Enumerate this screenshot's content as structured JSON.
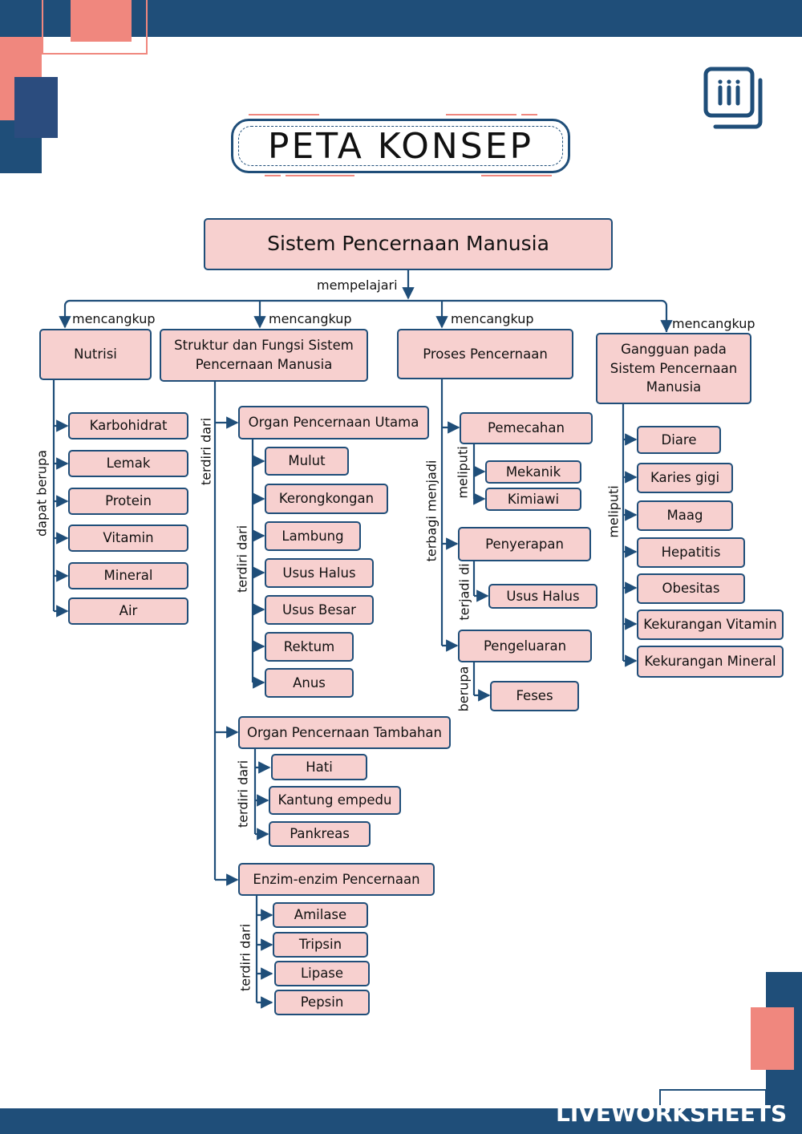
{
  "title": "PETA KONSEP",
  "root": "Sistem Pencernaan Manusia",
  "root_link": "mempelajari",
  "branch_link": "mencangkup",
  "watermark": "LIVEWORKSHEETS",
  "colors": {
    "navy": "#1f4e79",
    "pink": "#f7d0cf",
    "salmon": "#f0877e"
  },
  "icons": [
    "pages-icon"
  ],
  "nutrisi": {
    "label": "Nutrisi",
    "link": "dapat berupa",
    "items": [
      "Karbohidrat",
      "Lemak",
      "Protein",
      "Vitamin",
      "Mineral",
      "Air"
    ]
  },
  "struktur": {
    "label": "Struktur dan Fungsi Sistem Pencernaan Manusia",
    "link": "terdiri dari",
    "utama": {
      "label": "Organ Pencernaan Utama",
      "link": "terdiri dari",
      "items": [
        "Mulut",
        "Kerongkongan",
        "Lambung",
        "Usus Halus",
        "Usus Besar",
        "Rektum",
        "Anus"
      ]
    },
    "tambahan": {
      "label": "Organ Pencernaan Tambahan",
      "link": "terdiri dari",
      "items": [
        "Hati",
        "Kantung empedu",
        "Pankreas"
      ]
    },
    "enzim": {
      "label": "Enzim-enzim Pencernaan",
      "link": "terdiri dari",
      "items": [
        "Amilase",
        "Tripsin",
        "Lipase",
        "Pepsin"
      ]
    }
  },
  "proses": {
    "label": "Proses Pencernaan",
    "link": "terbagi menjadi",
    "pemecahan": {
      "label": "Pemecahan",
      "link": "meliputi",
      "items": [
        "Mekanik",
        "Kimiawi"
      ]
    },
    "penyerapan": {
      "label": "Penyerapan",
      "link": "terjadi di",
      "items": [
        "Usus Halus"
      ]
    },
    "pengeluaran": {
      "label": "Pengeluaran",
      "link": "berupa",
      "items": [
        "Feses"
      ]
    }
  },
  "gangguan": {
    "label": "Gangguan pada Sistem Pencernaan Manusia",
    "link": "meliputi",
    "items": [
      "Diare",
      "Karies gigi",
      "Maag",
      "Hepatitis",
      "Obesitas",
      "Kekurangan Vitamin",
      "Kekurangan Mineral"
    ]
  }
}
